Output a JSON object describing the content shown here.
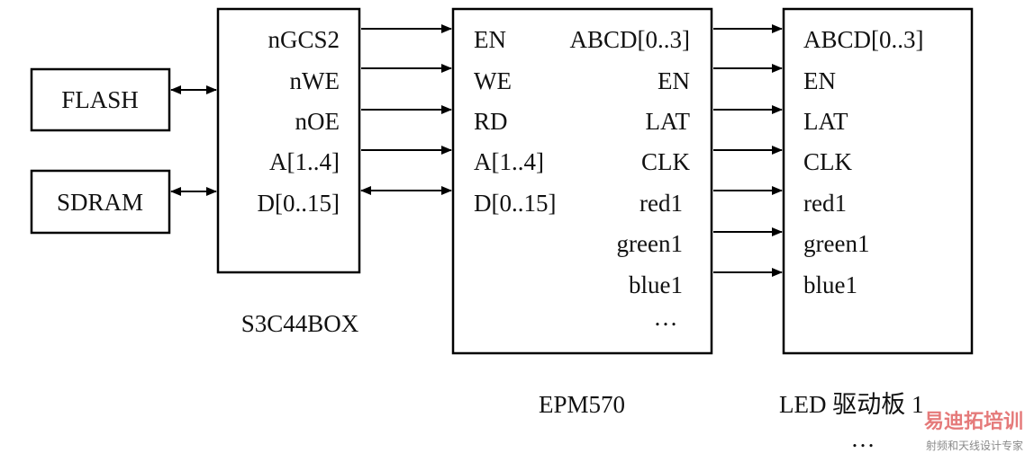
{
  "diagram": {
    "flash": "FLASH",
    "sdram": "SDRAM",
    "cpu": {
      "caption": "S3C44BOX",
      "pins": [
        "nGCS2",
        "nWE",
        "nOE",
        "A[1..4]",
        "D[0..15]"
      ]
    },
    "cpld": {
      "caption": "EPM570",
      "left_pins": [
        "EN",
        "WE",
        "RD",
        "A[1..4]",
        "D[0..15]"
      ],
      "right_pins": [
        "ABCD[0..3]",
        "EN",
        "LAT",
        "CLK",
        "red1",
        "green1",
        "blue1",
        "…"
      ]
    },
    "led": {
      "caption": "LED 驱动板 1",
      "pins": [
        "ABCD[0..3]",
        "EN",
        "LAT",
        "CLK",
        "red1",
        "green1",
        "blue1"
      ]
    },
    "continuation": "…"
  },
  "watermark": {
    "title": "易迪拓培训",
    "subtitle": "射频和天线设计专家"
  }
}
